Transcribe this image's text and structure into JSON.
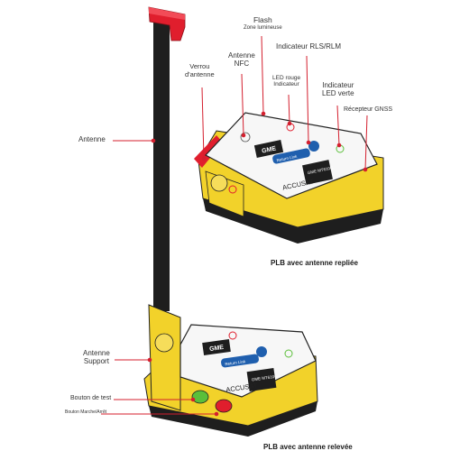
{
  "labels": {
    "antenne": "Antenne",
    "verrou": [
      "Verrou",
      "d'antenne"
    ],
    "nfc": [
      "Antenne",
      "NFC"
    ],
    "flash": "Flash",
    "flash_sub": "Zone lumineuse",
    "rls": "Indicateur RLS/RLM",
    "led_rouge": "LED rouge",
    "indicateur": "Indicateur",
    "led_verte": [
      "Indicateur",
      "LED verte"
    ],
    "gnss": "Récepteur GNSS",
    "support": [
      "Antenne",
      "Support"
    ],
    "bouton_test": "Bouton de test",
    "bouton_marche": "Bouton Marche/Arrêt"
  },
  "device": {
    "brand": "GME",
    "model": "ACCUSAT",
    "button_text": "Return Link",
    "badge": "GME MT610G"
  },
  "captions": {
    "folded": "PLB avec antenne repliée",
    "raised": "PLB avec antenne relevée"
  },
  "colors": {
    "yellow": "#f2d22a",
    "red": "#e01e2d",
    "dark": "#1e1e1e",
    "leader": "#d41f2e",
    "blue": "#1f5fae",
    "green": "#5bbf3a"
  }
}
